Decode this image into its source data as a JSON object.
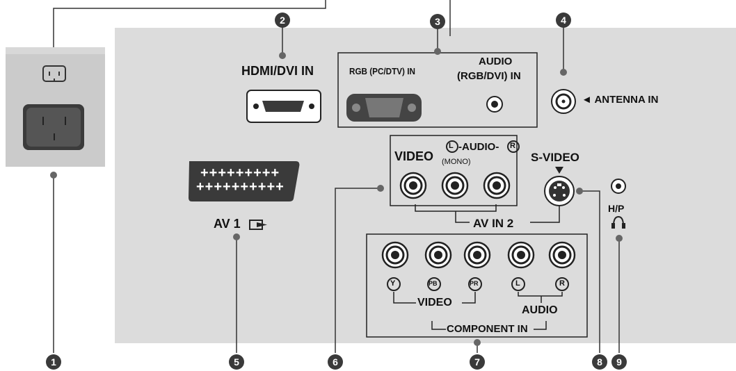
{
  "callouts": [
    "1",
    "2",
    "3",
    "4",
    "5",
    "6",
    "7",
    "8",
    "9"
  ],
  "labels": {
    "hdmi": "HDMI/DVI IN",
    "rgb": "RGB (PC/DTV) IN",
    "audio_rgb_line1": "AUDIO",
    "audio_rgb_line2": "(RGB/DVI) IN",
    "antenna": "◄ ANTENNA IN",
    "av1": "AV 1",
    "video": "VIDEO",
    "mono": "(MONO)",
    "audio_lr": "-AUDIO-",
    "l": "L",
    "r": "R",
    "svideo": "S-VIDEO",
    "av_in2": "AV IN 2",
    "hp": "H/P",
    "comp_y": "Y",
    "comp_pb": "PB",
    "comp_pr": "PR",
    "comp_l": "L",
    "comp_r": "R",
    "comp_video": "VIDEO",
    "comp_audio": "AUDIO",
    "component_in": "COMPONENT IN"
  },
  "icons": {
    "power_socket": "ac-power-socket-icon",
    "scart": "scart-connector-icon",
    "headphone": "headphone-icon",
    "svideo_arrow": "down-triangle-icon"
  },
  "colors": {
    "panel": "#dcdcdc",
    "power_panel": "#cdcdcd",
    "jack_ring": "#444444",
    "callout": "#3a3a3a"
  }
}
